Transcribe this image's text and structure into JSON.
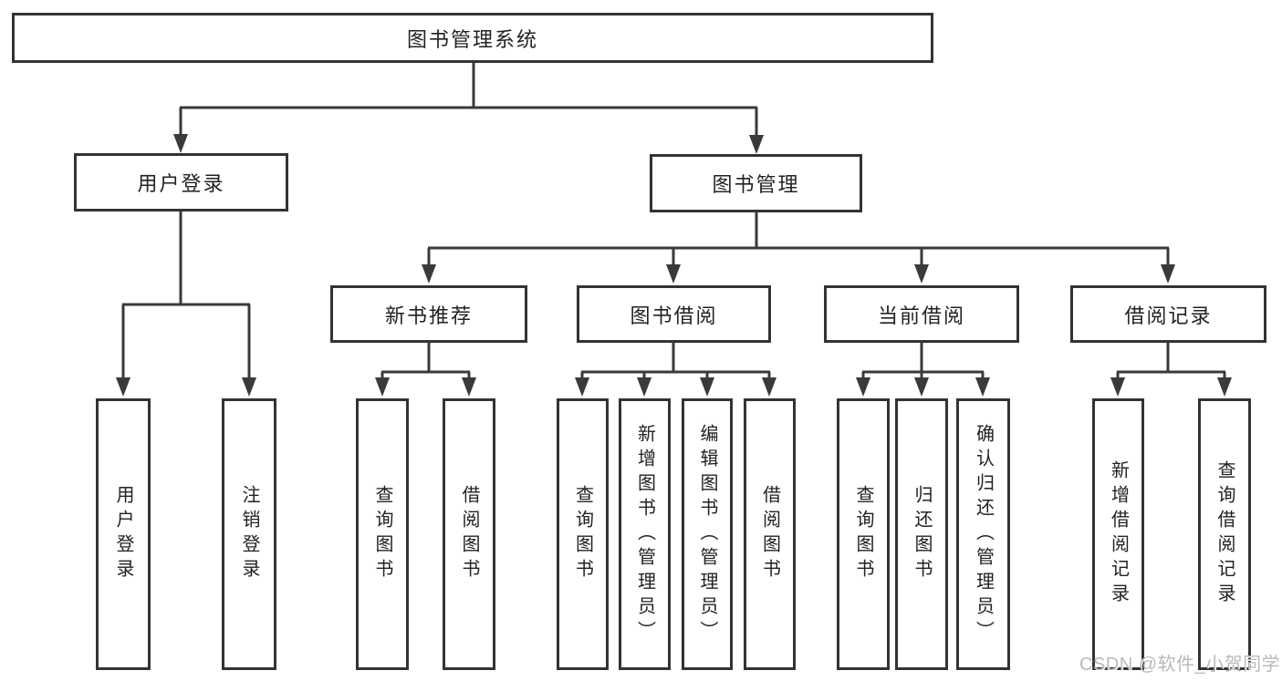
{
  "diagram": {
    "root": {
      "label": "图书管理系统",
      "children": [
        {
          "label": "用户登录",
          "children": [
            {
              "label": "用户登录"
            },
            {
              "label": "注销登录"
            }
          ]
        },
        {
          "label": "图书管理",
          "children": [
            {
              "label": "新书推荐",
              "children": [
                {
                  "label": "查询图书"
                },
                {
                  "label": "借阅图书"
                }
              ]
            },
            {
              "label": "图书借阅",
              "children": [
                {
                  "label": "查询图书"
                },
                {
                  "label": "新增图书（管理员）"
                },
                {
                  "label": "编辑图书（管理员）"
                },
                {
                  "label": "借阅图书"
                }
              ]
            },
            {
              "label": "当前借阅",
              "children": [
                {
                  "label": "查询图书"
                },
                {
                  "label": "归还图书"
                },
                {
                  "label": "确认归还（管理员）"
                }
              ]
            },
            {
              "label": "借阅记录",
              "children": [
                {
                  "label": "新增借阅记录"
                },
                {
                  "label": "查询借阅记录"
                }
              ]
            }
          ]
        }
      ]
    }
  },
  "watermark": {
    "text": "CSDN @软件_小贺同学"
  },
  "colors": {
    "line": "#3a3a3a",
    "box_border": "#333333",
    "text": "#222222",
    "background": "#ffffff",
    "watermark": "#b9b9b9"
  }
}
